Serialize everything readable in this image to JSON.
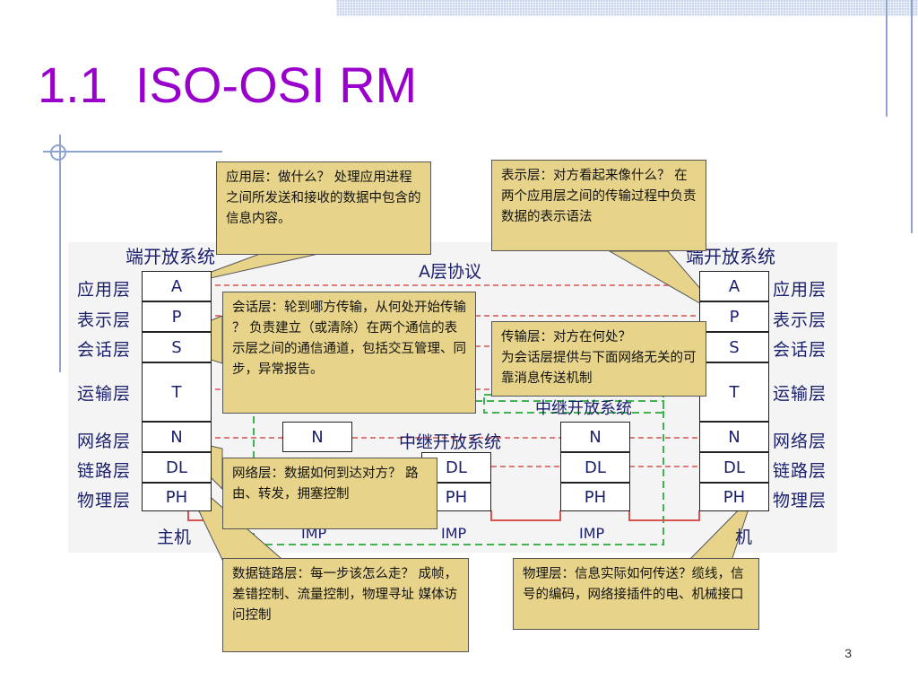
{
  "slide": {
    "title": "1.1  ISO-OSI RM",
    "page_number": "3"
  },
  "diagram": {
    "left_system_title": "端开放系统",
    "right_system_title": "端开放系统",
    "left_layers": [
      "应用层",
      "表示层",
      "会话层",
      "运输层",
      "网络层",
      "链路层",
      "物理层"
    ],
    "right_layers": [
      "应用层",
      "表示层",
      "会话层",
      "运输层",
      "网络层",
      "链路层",
      "物理层"
    ],
    "left_cells": [
      "A",
      "P",
      "S",
      "T",
      "N",
      "DL",
      "PH"
    ],
    "right_cells": [
      "A",
      "P",
      "S",
      "T",
      "N",
      "DL",
      "PH"
    ],
    "relay_cells": {
      "mid_left": [
        "N",
        "DL",
        "PH"
      ],
      "mid_right": [
        "N",
        "DL",
        "PH"
      ]
    },
    "protocol_label": "A层协议",
    "relay_system_label_1": "中继开放系统",
    "relay_system_label_2": "中继开放系统",
    "host_left": "主机",
    "host_right": "机",
    "imp_labels": [
      "IMP",
      "IMP",
      "IMP"
    ]
  },
  "callouts": {
    "application": "应用层：做什么？  处理应用进程之间所发送和接收的数据中包含的信息内容。",
    "presentation": "表示层：对方看起来像什么？  在两个应用层之间的传输过程中负责数据的表示语法",
    "session": "会话层：轮到哪方传输，从何处开始传输 ？ 负责建立（或清除）在两个通信的表示层之间的通信通道，包括交互管理、同步，异常报告。",
    "transport": "传输层：对方在何处？\n为会话层提供与下面网络无关的可靠消息传送机制",
    "network": "网络层：数据如何到达对方？  路由、转发，拥塞控制",
    "datalink": "数据链路层：每一步该怎么走？  成帧，差错控制、流量控制，物理寻址   媒体访问控制",
    "physical": "物理层：信息实际如何传送？缆线，信号的编码，网络接插件的电、机械接口"
  },
  "colors": {
    "title": "#9900cc",
    "callout_fill": "#e7d48a",
    "diagram_text": "#1a1f6b",
    "protocol_line": "#d9534f",
    "relay_border": "#3fb34f"
  }
}
